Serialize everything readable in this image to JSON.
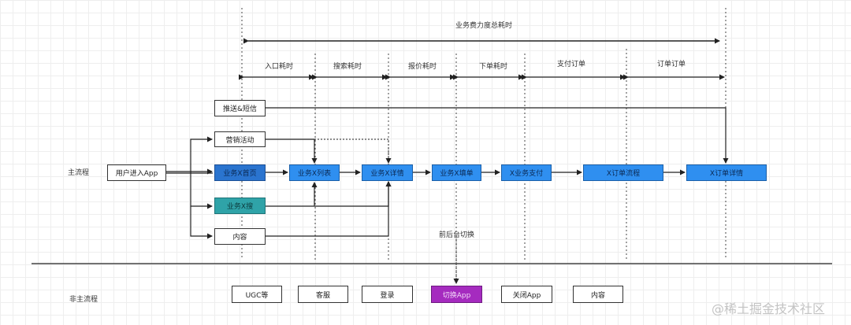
{
  "top": {
    "overall_label": "业务费力度总耗时",
    "phases": [
      "入口耗时",
      "搜索耗时",
      "报价耗时",
      "下单耗时",
      "支付订单",
      "订单订单"
    ]
  },
  "lanes": {
    "main": "主流程",
    "non_main": "非主流程"
  },
  "nodes": {
    "user_entry": "用户进入App",
    "push": "推送&短信",
    "marketing": "营销活动",
    "biz_x_home": "业务X首页",
    "biz_x_list": "业务X列表",
    "biz_x_detail": "业务X详情",
    "biz_x_fill": "业务X填单",
    "x_pay": "X业务支付",
    "x_order_flow": "X订单流程",
    "x_order_detail": "X订单详情",
    "biz_x_search": "业务X搜",
    "content": "内容"
  },
  "switch_label": "前后台切换",
  "bottom": [
    "UGC等",
    "客服",
    "登录",
    "切换App",
    "关闭App",
    "内容"
  ],
  "watermark": "@稀土掘金技术社区"
}
